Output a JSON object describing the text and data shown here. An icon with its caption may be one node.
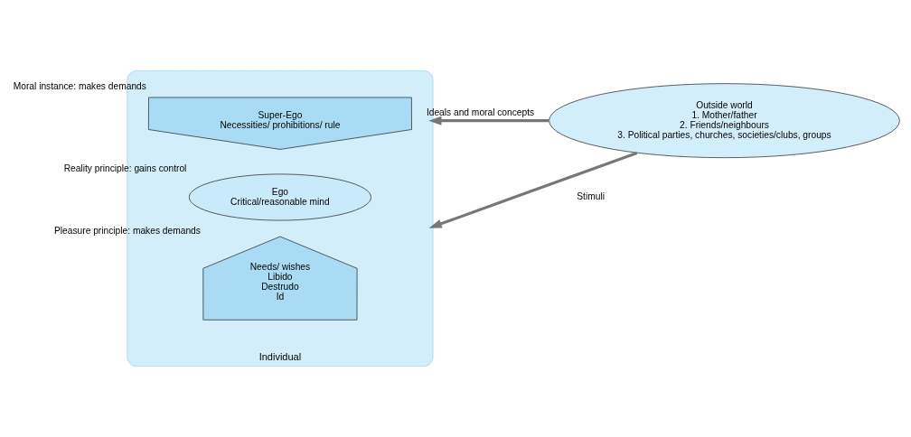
{
  "diagram": {
    "nodes": [
      {
        "text": [
          "Individual"
        ]
      },
      {
        "text": [
          "Super-Ego",
          "Necessities/ prohibitions/ rule"
        ],
        "in": 0,
        "beside": [
          "Moral instance: makes demands"
        ]
      },
      {
        "text": [
          "Ego",
          "Critical/reasonable mind"
        ],
        "in": 0,
        "beside": [
          "Reality principle: gains control"
        ]
      },
      {
        "text": [
          "Needs/ wishes",
          "Libido",
          "Destrudo",
          "Id"
        ],
        "in": 0,
        "beside": [
          "Pleasure principle: makes demands"
        ]
      },
      {
        "text": [
          "Outside world",
          "1. Mother/father",
          "2. Friends/neighbours",
          "3. Political parties, churches, societies/clubs, groups"
        ]
      }
    ],
    "edges": [
      {
        "from": 4,
        "to": 0,
        "arrow": "to",
        "label": "Ideals and moral concepts"
      },
      {
        "from": 4,
        "to": 0,
        "arrow": "to",
        "label": "Stimuli"
      }
    ]
  }
}
